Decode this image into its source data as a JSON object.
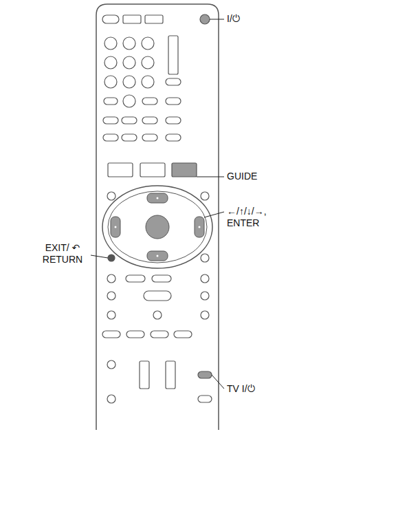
{
  "diagram": {
    "labels": [
      "I/⏻",
      "GUIDE",
      "←/↑/↓/→, ENTER",
      "EXIT/ ↶ RETURN",
      "TV I/⏻"
    ]
  }
}
